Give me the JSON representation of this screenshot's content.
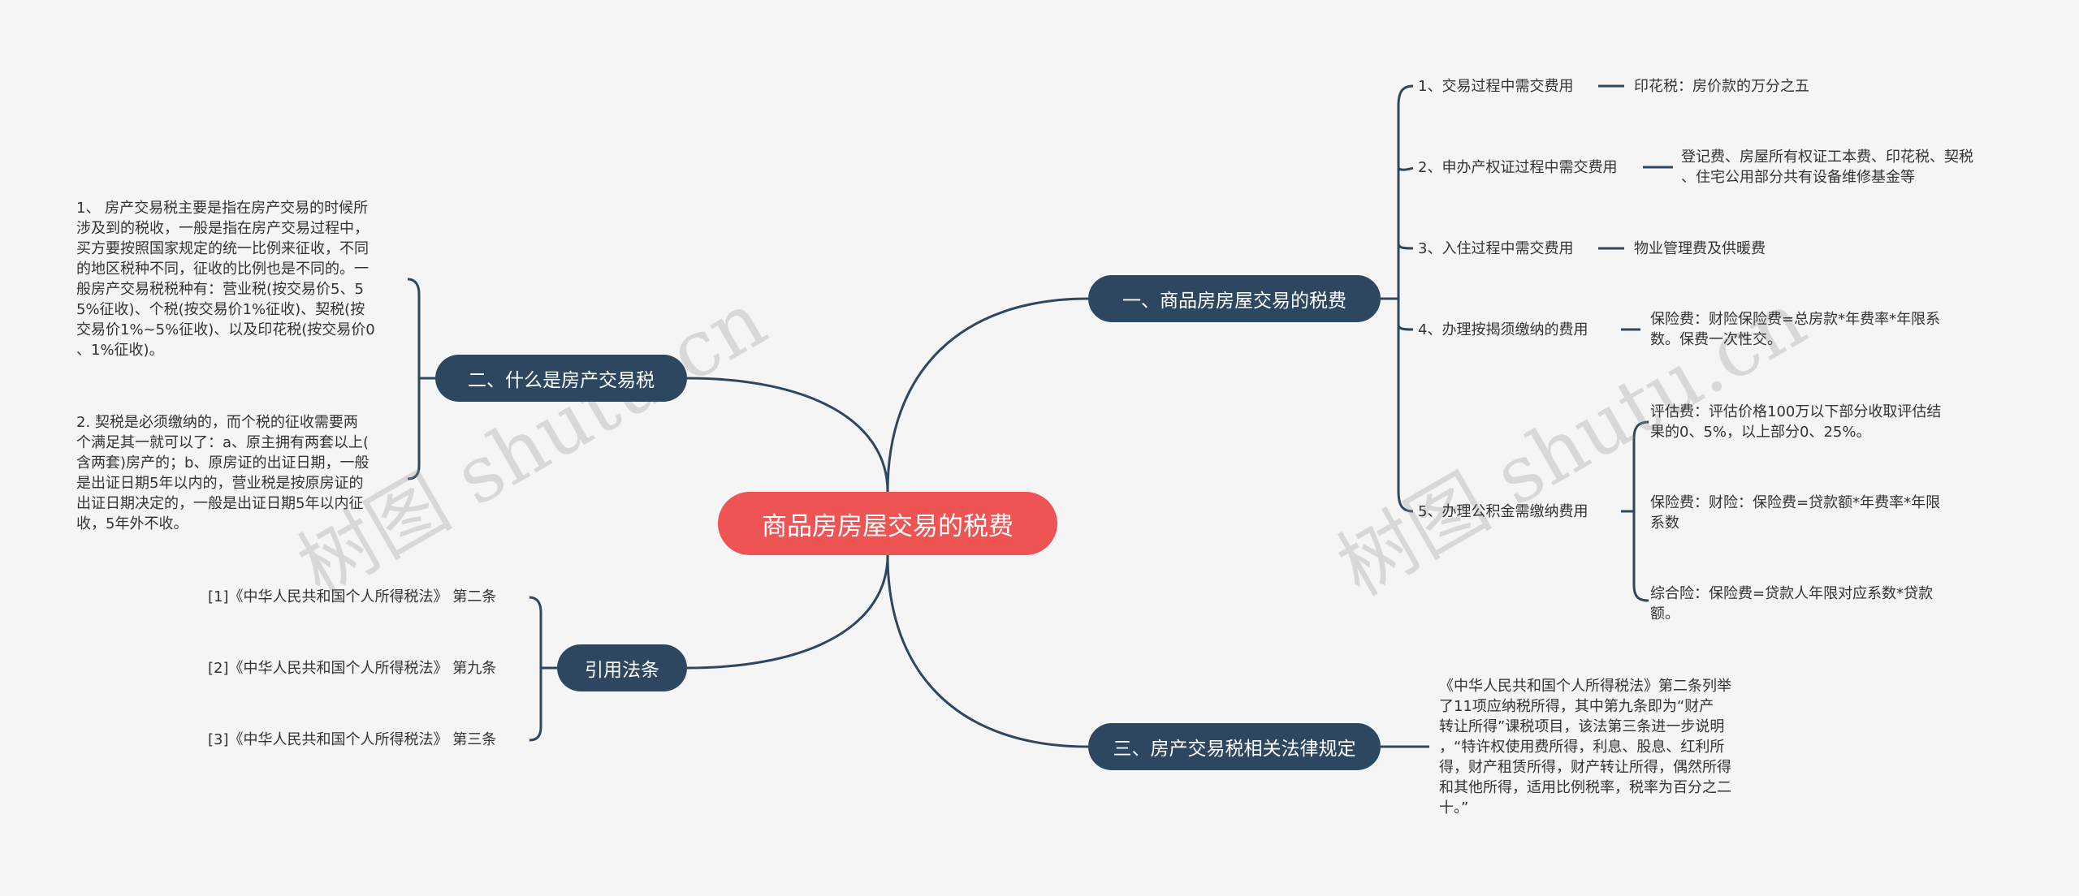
{
  "root": {
    "label": "商品房房屋交易的税费"
  },
  "branches": {
    "fees": {
      "label": "一、商品房房屋交易的税费",
      "items": [
        {
          "label": "1、交易过程中需交费用",
          "detail": [
            "印花税：房价款的万分之五"
          ]
        },
        {
          "label": "2、申办产权证过程中需交费用",
          "detail": [
            "登记费、房屋所有权证工本费、印花税、契税",
            "、住宅公用部分共有设备维修基金等"
          ]
        },
        {
          "label": "3、入住过程中需交费用",
          "detail": [
            "物业管理费及供暖费"
          ]
        },
        {
          "label": "4、办理按揭须缴纳的费用",
          "detail": [
            "保险费：财险保险费=总房款*年费率*年限系",
            "数。保费一次性交。"
          ]
        },
        {
          "label": "5、办理公积金需缴纳费用",
          "subs": [
            [
              "评估费：评估价格100万以下部分收取评估结",
              "果的0、5%，以上部分0、25%。"
            ],
            [
              "保险费：财险：保险费=贷款额*年费率*年限",
              "系数"
            ],
            [
              "综合险：保险费=贷款人年限对应系数*贷款",
              "额。"
            ]
          ]
        }
      ]
    },
    "law": {
      "label": "三、房产交易税相关法律规定",
      "text": [
        "《中华人民共和国个人所得税法》第二条列举",
        "了11项应纳税所得，其中第九条即为“财产",
        "转让所得”课税项目，该法第三条进一步说明",
        "，“特许权使用费所得，利息、股息、红利所",
        "得，财产租赁所得，财产转让所得，偶然所得",
        "和其他所得，适用比例税率，税率为百分之二",
        "十。”"
      ]
    },
    "what": {
      "label": "二、什么是房产交易税",
      "p1": [
        "1、 房产交易税主要是指在房产交易的时候所",
        "涉及到的税收，一般是指在房产交易过程中，",
        "买方要按照国家规定的统一比例来征收，不同",
        "的地区税种不同，征收的比例也是不同的。一",
        "般房产交易税税种有：营业税(按交易价5、5",
        "5%征收)、个税(按交易价1%征收)、契税(按",
        "交易价1%~5%征收)、以及印花税(按交易价0",
        "、1%征收)。"
      ],
      "p2": [
        "2. 契税是必须缴纳的，而个税的征收需要两",
        "个满足其一就可以了：a、原主拥有两套以上(",
        "含两套)房产的；b、原房证的出证日期，一般",
        "是出证日期5年以内的，营业税是按原房证的",
        "出证日期决定的，一般是出证日期5年以内征",
        "收，5年外不收。"
      ]
    },
    "refs": {
      "label": "引用法条",
      "items": [
        "[1]《中华人民共和国个人所得税法》 第二条",
        "[2]《中华人民共和国个人所得税法》 第九条",
        "[3]《中华人民共和国个人所得税法》 第三条"
      ]
    }
  },
  "watermarks": [
    "树图 shutu.cn",
    "树图 shutu.cn"
  ]
}
